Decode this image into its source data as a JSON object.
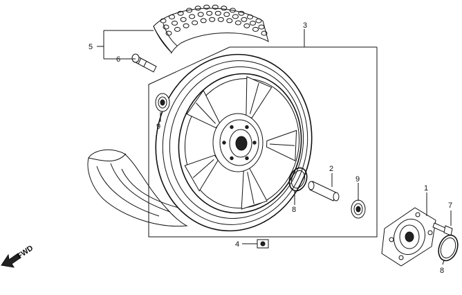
{
  "callouts": {
    "c1": "1",
    "c2": "2",
    "c3": "3",
    "c4": "4",
    "c5": "5",
    "c6": "6",
    "c7": "7",
    "c8a": "8",
    "c8b": "8",
    "c9a": "9",
    "c9b": "9"
  },
  "direction": {
    "label": "FWD"
  }
}
